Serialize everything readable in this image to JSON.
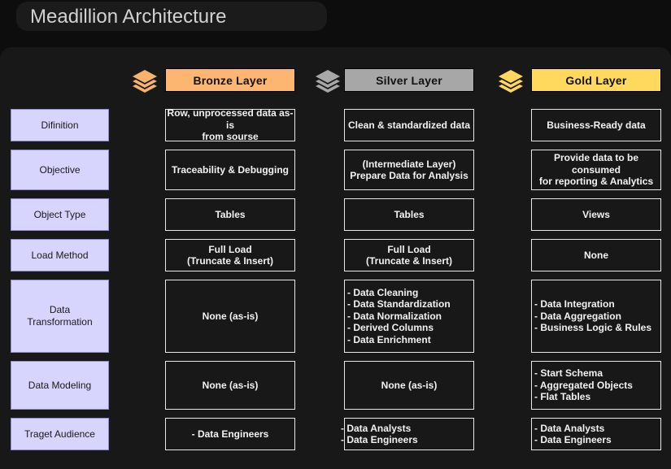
{
  "title": "Meadillion Architecture",
  "layers": [
    {
      "key": "bronze",
      "name": "Bronze Layer",
      "color": "#fdb672",
      "icon_color": "#f8b26b"
    },
    {
      "key": "silver",
      "name": "Silver Layer",
      "color": "#a7a7a7",
      "icon_color": "#a8a8a8"
    },
    {
      "key": "gold",
      "name": "Gold Layer",
      "color": "#ffd95e",
      "icon_color": "#ffd65e"
    }
  ],
  "rows": [
    {
      "key": "definition",
      "label": "Difinition",
      "cells": [
        "Row, unprocessed data as-is\nfrom sourse",
        "Clean & standardized data",
        "Business-Ready data"
      ]
    },
    {
      "key": "objective",
      "label": "Objective",
      "cells": [
        "Traceability & Debugging",
        "(Intermediate Layer)\nPrepare Data for Analysis",
        "Provide data to be consumed\nfor reporting & Analytics"
      ]
    },
    {
      "key": "object-type",
      "label": "Object Type",
      "cells": [
        "Tables",
        "Tables",
        "Views"
      ]
    },
    {
      "key": "load-method",
      "label": "Load Method",
      "cells": [
        "Full Load\n(Truncate & Insert)",
        "Full Load\n(Truncate & Insert)",
        "None"
      ]
    },
    {
      "key": "data-transformation",
      "label": "Data\nTransformation",
      "cells": [
        "None (as-is)",
        "- Data Cleaning\n- Data Standardization\n- Data Normalization\n- Derived Columns\n- Data Enrichment",
        "- Data Integration\n- Data Aggregation\n- Business Logic & Rules"
      ]
    },
    {
      "key": "data-modeling",
      "label": "Data Modeling",
      "cells": [
        "None (as-is)",
        "None (as-is)",
        "- Start Schema\n- Aggregated Objects\n- Flat Tables"
      ]
    },
    {
      "key": "target-audience",
      "label": "Traget Audience",
      "cells": [
        "- Data Engineers",
        "- Data Analysts\n- Data Engineers",
        "- Data Analysts\n- Data Engineers"
      ]
    }
  ],
  "icons": [
    "layers-icon",
    "layers-icon",
    "layers-icon"
  ]
}
